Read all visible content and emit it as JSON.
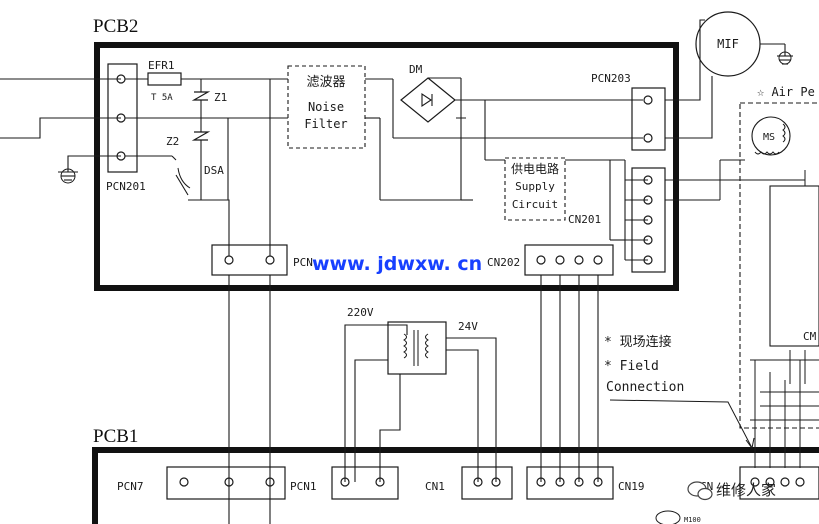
{
  "labels": {
    "pcb2": "PCB2",
    "pcb1": "PCB1",
    "efr1": "EFR1",
    "t5a": "T 5A",
    "z1": "Z1",
    "z2": "Z2",
    "dsa": "DSA",
    "pcn201": "PCN201",
    "filter_cn": "滤波器",
    "filter_en1": "Noise",
    "filter_en2": "Filter",
    "dm": "DM",
    "pcn203": "PCN203",
    "mif": "MIF",
    "air_pe": "☆ Air Pe",
    "ms": "MS",
    "supply_cn": "供电电路",
    "supply_en1": "Supply",
    "supply_en2": "Circuit",
    "cn201": "CN201",
    "pcn_mid": "PCN",
    "cn202": "CN202",
    "v220": "220V",
    "v24": "24V",
    "field_cn": "* 现场连接",
    "field_en1": "* Field",
    "field_en2": "Connection",
    "pcn7": "PCN7",
    "pcn1": "PCN1",
    "cn1": "CN1",
    "cn19": "CN19",
    "cm": "CM",
    "cn_right": "CN",
    "m100": "M100"
  },
  "watermark": "www. jdwxw. cn",
  "brand": "维修人家",
  "colors": {
    "line": "#1a1a1a",
    "board": "#111111",
    "watermark": "#1740ff"
  }
}
